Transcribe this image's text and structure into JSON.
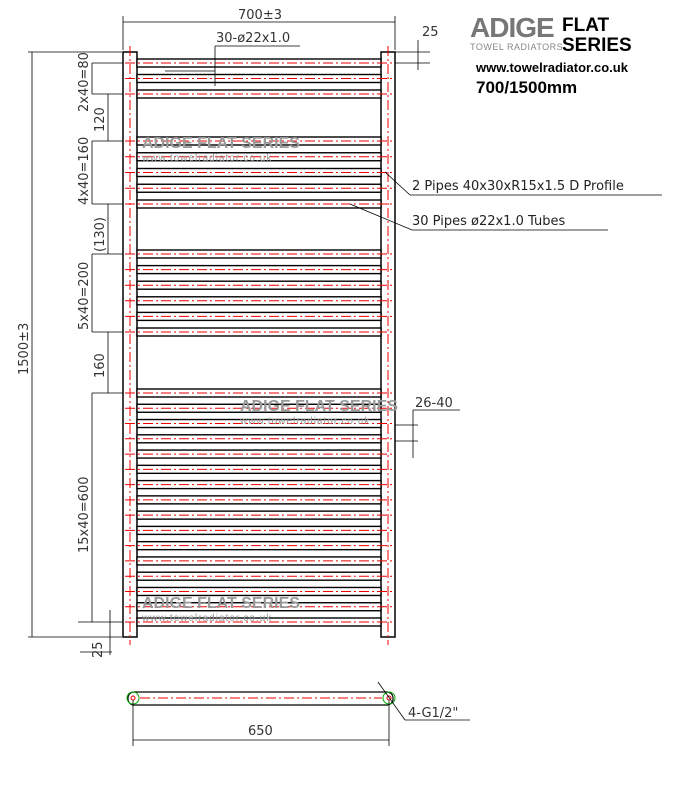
{
  "logo": {
    "brand": "ADIGE",
    "tagline": "TOWEL RADIATORS",
    "series_line1": "FLAT",
    "series_line2": "SERIES",
    "url": "www.towelradiator.co.uk",
    "size": "700/1500mm"
  },
  "watermark": {
    "text": "ADIGE FLAT SERIES",
    "url": "www.towelradiator.co.uk"
  },
  "dimensions": {
    "width": "700±3",
    "height": "1500±3",
    "top_offset": "25",
    "bottom_offset": "25",
    "tube_spec": "30-ø22x1.0",
    "group1": "2x40=80",
    "gap1": "120",
    "group2": "4x40=160",
    "gap2": "(130)",
    "group3": "5x40=200",
    "gap3": "160",
    "group4": "15x40=600",
    "wall_gap": "26-40",
    "centres": "650",
    "connections": "4-G1/2\""
  },
  "labels": {
    "profile": "2 Pipes 40x30xR15x1.5 D Profile",
    "tubes": "30 Pipes ø22x1.0 Tubes"
  },
  "tube_groups": [
    {
      "count": 3
    },
    {
      "count": 5
    },
    {
      "count": 6
    },
    {
      "count": 16
    }
  ],
  "colors": {
    "outline": "#000000",
    "centerline": "#ee0000",
    "connection": "#00aa00"
  }
}
